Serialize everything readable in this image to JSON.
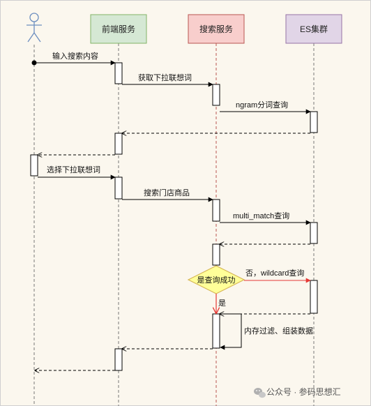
{
  "participants": {
    "frontend": "前端服务",
    "search": "搜索服务",
    "es": "ES集群"
  },
  "messages": {
    "m1": "输入搜索内容",
    "m2": "获取下拉联想词",
    "m3": "ngram分词查询",
    "m4": "选择下拉联想词",
    "m5": "搜索门店商品",
    "m6": "multi_match查询",
    "m7": "否，wildcard查询",
    "m8": "是",
    "m9": "内存过滤、组装数据"
  },
  "decision": "是查询成功",
  "watermark": "公众号 · 参码思想汇",
  "colors": {
    "frontend_fill": "#d5e8d4",
    "frontend_stroke": "#82b366",
    "search_fill": "#f8cecc",
    "search_stroke": "#b85450",
    "es_fill": "#e1d5e7",
    "es_stroke": "#9673a6",
    "decision_fill": "#ffff99",
    "decision_stroke": "#d6b656",
    "actor_stroke": "#6c8ebf",
    "highlight_arrow": "#e53935"
  }
}
